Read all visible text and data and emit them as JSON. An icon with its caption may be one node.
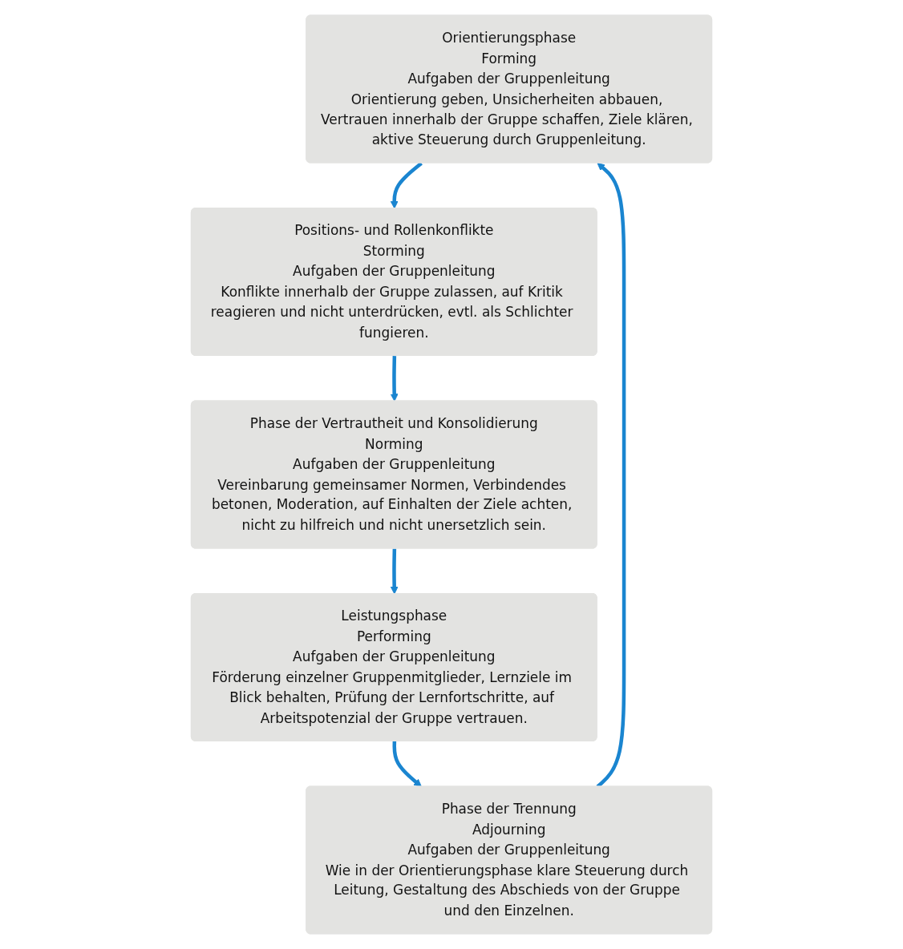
{
  "diagram": {
    "nodes": [
      {
        "text": [
          "Orientierungsphase",
          "Forming",
          "Aufgaben der Gruppenleitung",
          "Orientierung geben, Unsicherheiten abbauen, Vertrauen innerhalb der Gruppe schaffen, Ziele klären, aktive Steuerung durch Gruppenleitung."
        ]
      },
      {
        "text": [
          "Positions- und Rollenkonflikte",
          "Storming",
          "Aufgaben der Gruppenleitung",
          "Konflikte innerhalb der Gruppe zulassen, auf Kritik reagieren und nicht unterdrücken, evtl. als Schlichter fungieren."
        ]
      },
      {
        "text": [
          "Phase der Vertrautheit und Konsolidierung",
          "Norming",
          "Aufgaben der Gruppenleitung",
          "Vereinbarung gemeinsamer Normen, Verbindendes betonen, Moderation, auf Einhalten der Ziele achten, nicht zu hilfreich und nicht unersetzlich sein."
        ]
      },
      {
        "text": [
          "Leistungsphase",
          "Performing",
          "Aufgaben der Gruppenleitung",
          "Förderung einzelner Gruppenmitglieder, Lernziele im Blick behalten, Prüfung der Lernfortschritte, auf Arbeitspotenzial der Gruppe vertrauen."
        ]
      },
      {
        "text": [
          "Phase der Trennung",
          "Adjourning",
          "Aufgaben der Gruppenleitung",
          "Wie in der Orientierungsphase klare Steuerung durch Leitung, Gestaltung des Abschieds von der Gruppe und den Einzelnen."
        ]
      }
    ],
    "edges": [
      {
        "from": 0,
        "to": 1,
        "arrow": "to"
      },
      {
        "from": 1,
        "to": 2,
        "arrow": "to"
      },
      {
        "from": 2,
        "to": 3,
        "arrow": "to"
      },
      {
        "from": 3,
        "to": 4,
        "arrow": "to"
      },
      {
        "from": 4,
        "to": 0,
        "arrow": "to"
      }
    ]
  }
}
